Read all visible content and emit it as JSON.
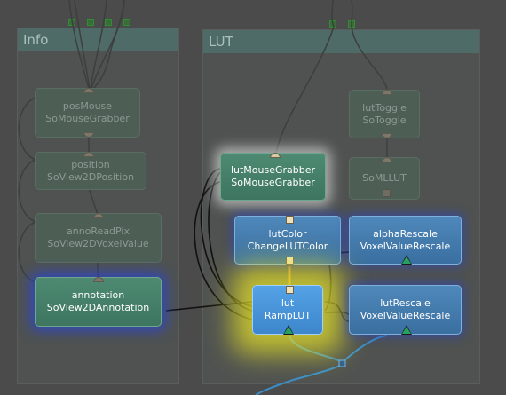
{
  "groups": {
    "info": {
      "title": "Info"
    },
    "lut": {
      "title": "LUT"
    }
  },
  "modules": {
    "posMouse": {
      "name": "posMouse",
      "type": "SoMouseGrabber"
    },
    "position": {
      "name": "position",
      "type": "SoView2DPosition"
    },
    "annoReadPix": {
      "name": "annoReadPix",
      "type": "SoView2DVoxelValue"
    },
    "annotation": {
      "name": "annotation",
      "type": "SoView2DAnnotation"
    },
    "lutMouseGrabber": {
      "name": "lutMouseGrabber",
      "type": "SoMouseGrabber"
    },
    "lutToggle": {
      "name": "lutToggle",
      "type": "SoToggle"
    },
    "soMLLUT": {
      "name": "SoMLLUT"
    },
    "lutColor": {
      "name": "lutColor",
      "type": "ChangeLUTColor"
    },
    "alphaRescale": {
      "name": "alphaRescale",
      "type": "VoxelValueRescale"
    },
    "lut": {
      "name": "lut",
      "type": "RampLUT"
    },
    "lutRescale": {
      "name": "lutRescale",
      "type": "VoxelValueRescale"
    }
  },
  "colors": {
    "background": "#4b4b4b",
    "group_header": "#4e6b68",
    "green_module": "#3d7560",
    "blue_module": "#3a6fa0",
    "selected_module": "#55a2e6",
    "selection_glow": "#e6e128",
    "connection_black": "#111111",
    "connection_blue": "#3a8ec8"
  }
}
